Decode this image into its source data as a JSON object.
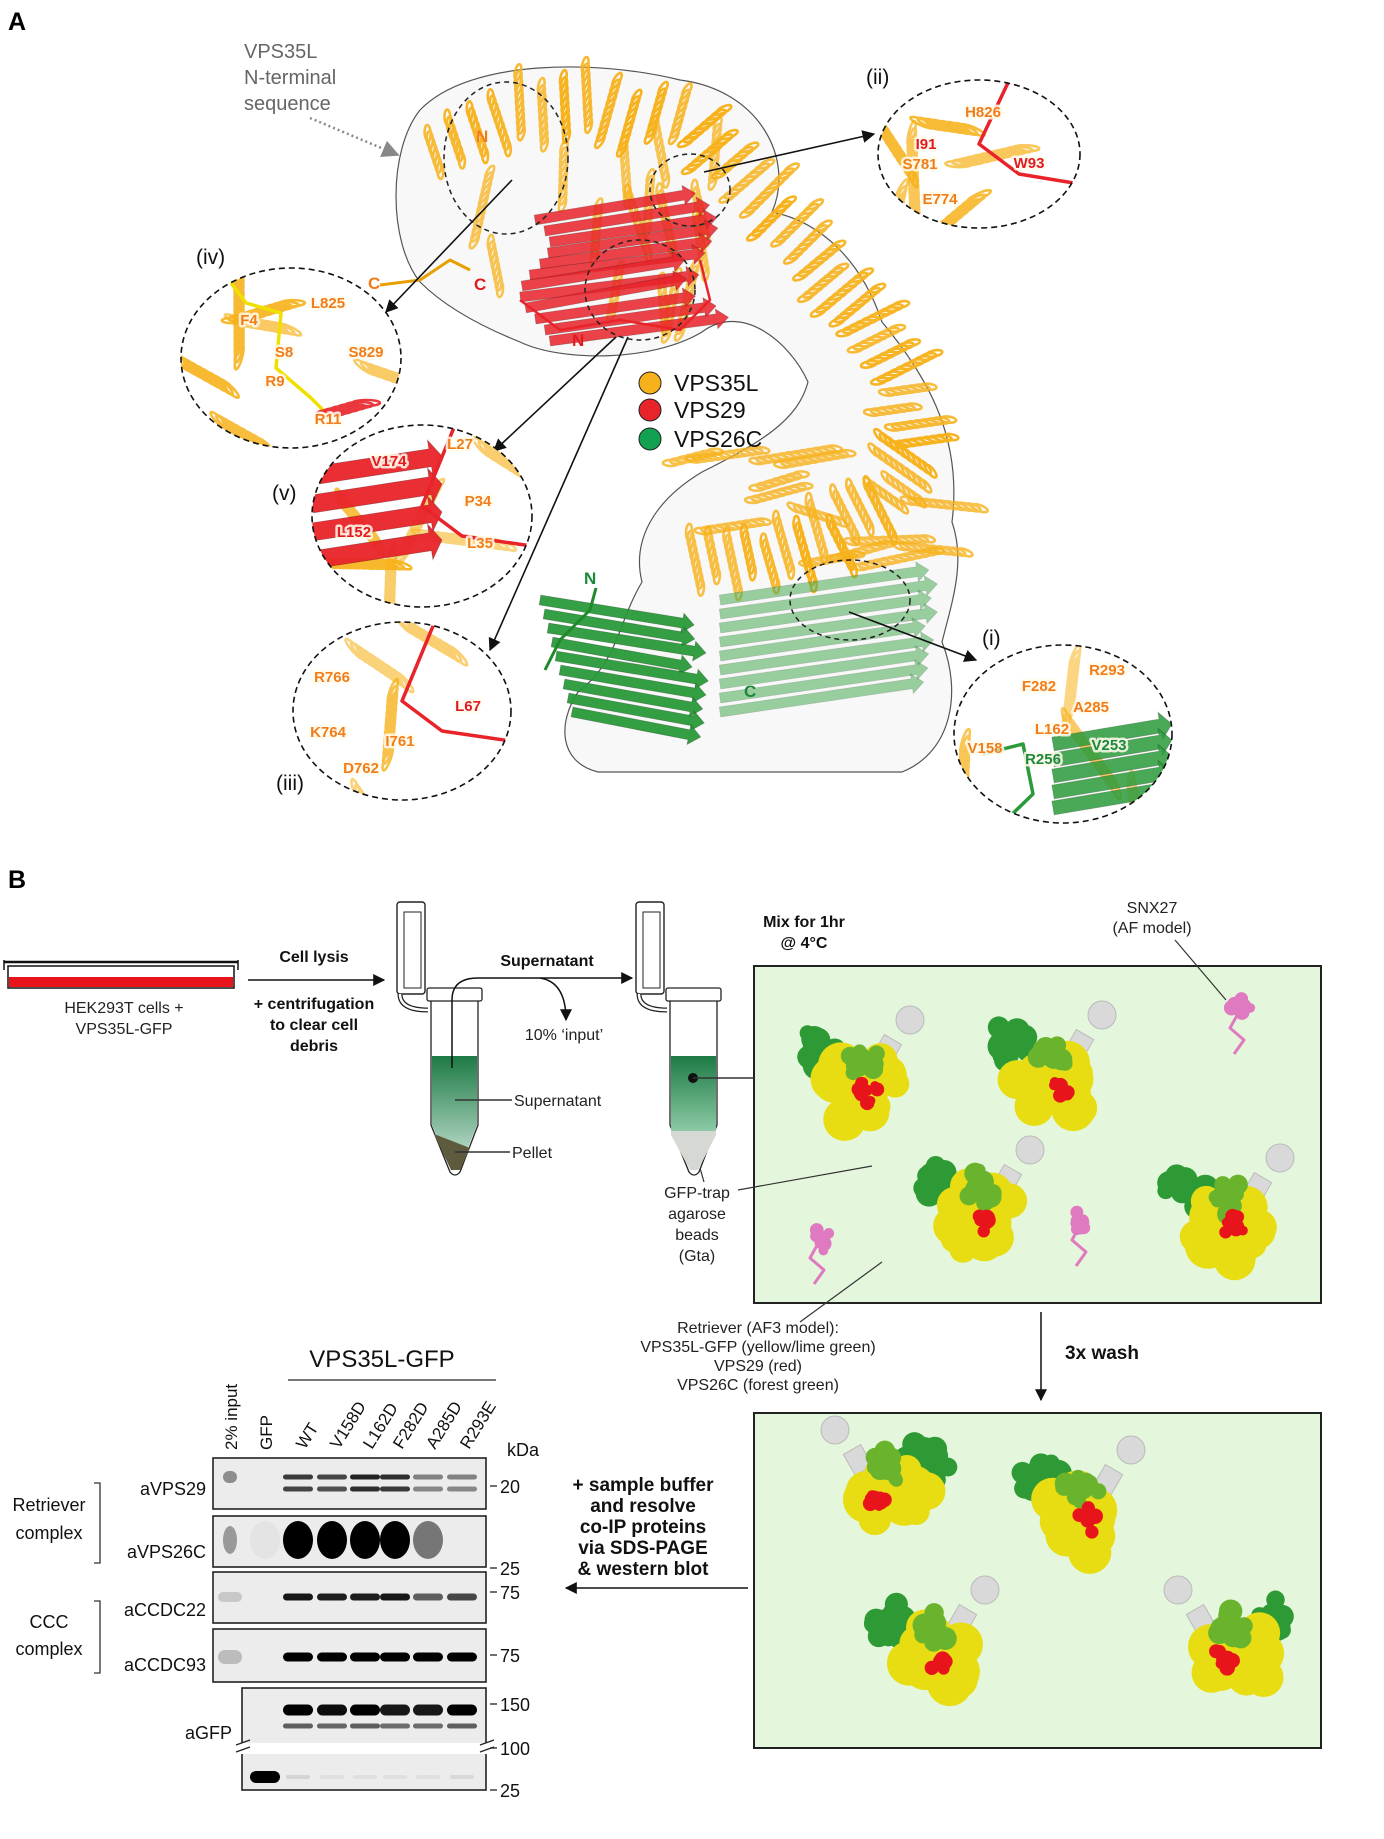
{
  "panel_labels": {
    "a": "A",
    "b": "B"
  },
  "colors": {
    "vps35l": "#f7b21b",
    "vps29": "#e8232a",
    "vps26c": "#12a150",
    "box_fill": "#e4f7dc",
    "snx27": "#e07ac0"
  },
  "panel_a": {
    "nterm_label": [
      "VPS35L",
      "N-terminal",
      "sequence"
    ],
    "termini": {
      "vps35l_n": "N",
      "vps35l_c": "C",
      "vps29_c": "C",
      "vps29_n": "N",
      "vps26c_n": "N",
      "vps26c_c": "C"
    },
    "legend": [
      {
        "label": "VPS35L",
        "color": "#f7b21b"
      },
      {
        "label": "VPS29",
        "color": "#e8232a"
      },
      {
        "label": "VPS26C",
        "color": "#12a150"
      }
    ],
    "insets": [
      {
        "label": "(ii)",
        "residues": [
          {
            "name": "H826",
            "chain": "vps35l"
          },
          {
            "name": "I91",
            "chain": "vps29"
          },
          {
            "name": "W93",
            "chain": "vps29"
          },
          {
            "name": "S781",
            "chain": "vps35l"
          },
          {
            "name": "E774",
            "chain": "vps35l"
          }
        ]
      },
      {
        "label": "(iv)",
        "residues": [
          {
            "name": "F4",
            "chain": "vps35l"
          },
          {
            "name": "L825",
            "chain": "vps35l"
          },
          {
            "name": "S8",
            "chain": "vps35l"
          },
          {
            "name": "S829",
            "chain": "vps35l"
          },
          {
            "name": "R9",
            "chain": "vps35l"
          },
          {
            "name": "R11",
            "chain": "vps35l"
          }
        ]
      },
      {
        "label": "(v)",
        "residues": [
          {
            "name": "L27",
            "chain": "vps35l"
          },
          {
            "name": "V174",
            "chain": "vps29"
          },
          {
            "name": "P34",
            "chain": "vps35l"
          },
          {
            "name": "L152",
            "chain": "vps29"
          },
          {
            "name": "L35",
            "chain": "vps35l"
          }
        ]
      },
      {
        "label": "(iii)",
        "residues": [
          {
            "name": "R766",
            "chain": "vps35l"
          },
          {
            "name": "L67",
            "chain": "vps29"
          },
          {
            "name": "K764",
            "chain": "vps35l"
          },
          {
            "name": "I761",
            "chain": "vps35l"
          },
          {
            "name": "D762",
            "chain": "vps35l"
          }
        ]
      },
      {
        "label": "(i)",
        "residues": [
          {
            "name": "R293",
            "chain": "vps35l"
          },
          {
            "name": "F282",
            "chain": "vps35l"
          },
          {
            "name": "A285",
            "chain": "vps35l"
          },
          {
            "name": "L162",
            "chain": "vps35l"
          },
          {
            "name": "V158",
            "chain": "vps35l"
          },
          {
            "name": "V253",
            "chain": "vps26c"
          },
          {
            "name": "R256",
            "chain": "vps26c"
          }
        ]
      }
    ]
  },
  "panel_b": {
    "dish_label": [
      "HEK293T cells +",
      "VPS35L-GFP"
    ],
    "cell_lysis": "Cell lysis",
    "centrifugation": [
      "+ centrifugation",
      "to clear cell",
      "debris"
    ],
    "supernatant_arrow": "Supernatant",
    "input_label": "10% ‘input’",
    "tube_supernatant": "Supernatant",
    "tube_pellet": "Pellet",
    "mix": [
      "Mix for 1hr",
      "@ 4°C"
    ],
    "snx27": [
      "SNX27",
      "(AF model)"
    ],
    "beads": [
      "GFP-trap",
      "agarose",
      "beads",
      "(Gta)"
    ],
    "retriever_note": [
      "Retriever (AF3 model):",
      "VPS35L-GFP (yellow/lime green)",
      "VPS29 (red)",
      "VPS26C (forest green)"
    ],
    "wash": "3x wash",
    "sample_buffer": [
      "+ sample buffer",
      "and resolve",
      "co-IP proteins",
      "via SDS-PAGE",
      "& western blot"
    ]
  },
  "western_blot": {
    "header": "VPS35L-GFP",
    "lanes": [
      "2% input",
      "GFP",
      "WT",
      "V158D",
      "L162D",
      "F282D",
      "A285D",
      "R293E"
    ],
    "kda_label": "kDa",
    "groups": [
      {
        "label": [
          "Retriever",
          "complex"
        ]
      },
      {
        "label": [
          "CCC",
          "complex"
        ]
      }
    ],
    "blots": [
      {
        "antibody": "aVPS29",
        "markers": [
          "20"
        ],
        "band_intensity": [
          0.4,
          0,
          0.75,
          0.7,
          0.85,
          0.8,
          0.45,
          0.45
        ]
      },
      {
        "antibody": "aVPS26C",
        "markers": [
          "25"
        ],
        "band_intensity": [
          0.35,
          0.03,
          1,
          1,
          1,
          1,
          0.5,
          0
        ]
      },
      {
        "antibody": "aCCDC22",
        "markers": [
          "75"
        ],
        "band_intensity": [
          0.15,
          0,
          0.9,
          0.88,
          0.88,
          0.9,
          0.6,
          0.7
        ]
      },
      {
        "antibody": "aCCDC93",
        "markers": [
          "75"
        ],
        "band_intensity": [
          0.2,
          0,
          1,
          1,
          1,
          1,
          1,
          1
        ]
      },
      {
        "antibody": "aGFP",
        "markers": [
          "150",
          "100",
          "25"
        ],
        "band_intensity_upper": [
          0,
          0,
          1,
          0.95,
          1,
          0.9,
          0.9,
          1
        ],
        "band_intensity_lower": [
          0,
          1,
          0.1,
          0.05,
          0.05,
          0.05,
          0.05,
          0.08
        ]
      }
    ]
  }
}
